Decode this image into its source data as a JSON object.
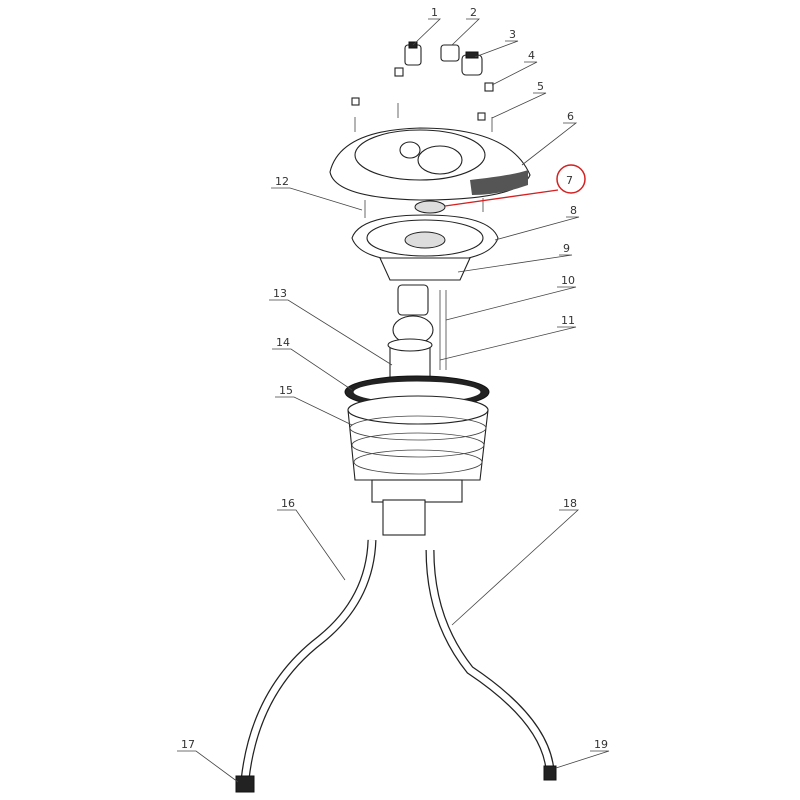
{
  "diagram": {
    "type": "exploded-parts-diagram",
    "callouts": [
      "1",
      "2",
      "3",
      "4",
      "5",
      "6",
      "7",
      "8",
      "9",
      "10",
      "11",
      "12",
      "13",
      "14",
      "15",
      "16",
      "17",
      "18",
      "19"
    ],
    "highlighted_callout": "7",
    "highlight_color": "#d42020"
  }
}
